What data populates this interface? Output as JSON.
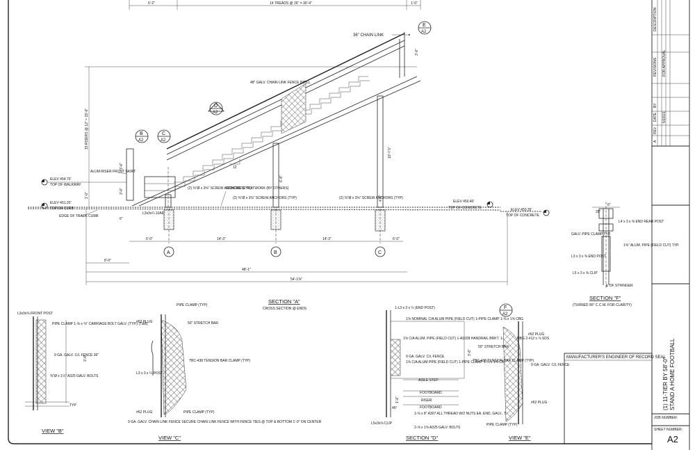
{
  "sheet": {
    "sheet_number_label": "SHEET NUMBER:",
    "sheet_number": "A2",
    "job_number_label": "JOB NUMBER:",
    "project_title_line1": "(1) 11-TIER BY 58'-0\"",
    "project_title_line2": "STAND A HOME FOOTBALL",
    "engineer_seal_label": "MANUFACTURER'S ENGINEER OF RECORD SEAL",
    "revisions_header": "REVISIONS",
    "revisions_cols": [
      "A",
      "REV",
      "DATE",
      "BY",
      "DESCRIPTION"
    ],
    "revision_row": {
      "date": "5/18/21",
      "description": "FOR APPROVAL"
    }
  },
  "main_section": {
    "title": "SECTION \"A\"",
    "subtitle": "CROSS SECTION @ ENDS",
    "top_dims": [
      "6'-2\"",
      "14 TREADS @ 26\" = 30'-4\"",
      "1'-0\""
    ],
    "riser_dim": "15 RISERS @ 12\" = 15'-0\"",
    "callouts": {
      "chain_link": "36\" CHAIN LINK",
      "fence_infill": "48\" GALV. CHAIN LINK FENCE INFILL",
      "riser_skirt": "ALUM RISER FRONT SKIRT",
      "flatwork": "CONCRETE FLATWORK (BY OTHERS)",
      "anchors_1": "(2) ⅜\"Ø x 3⅜\" SCREW ANCHORS (TYP)",
      "anchors_2": "(2) ⅜\"Ø x 3⅜\" SCREW ANCHORS (TYP)",
      "anchors_3": "(2) ⅜\"Ø x 3⅜\" SCREW ANCHORS (TYP)",
      "angle": "L3x3x¼ 10A6",
      "edge_curb": "EDGE OF TRACK CURB",
      "slope": "12"
    },
    "elevations": [
      {
        "value": "ELEV 454.70'",
        "desc": "TOP OF WALKWAY"
      },
      {
        "value": "ELEV 451.20'",
        "desc": "TOP OF CURB"
      },
      {
        "value": "ELEV 450.40'",
        "desc": "TOP OF CONCRETE"
      },
      {
        "value": "ELEV 450.35'",
        "desc": "TOP OF CONCRETE"
      }
    ],
    "column_dims": [
      "6'-0\"",
      "14'-3\"",
      "14'-3\"",
      "6'-0\""
    ],
    "overall_dims": [
      "8'-0\"",
      "48'-1\"",
      "54'-1⅜\""
    ],
    "grid_labels": [
      "A",
      "B",
      "C"
    ],
    "section_markers": [
      {
        "id": "B",
        "sheet": "A2"
      },
      {
        "id": "C",
        "sheet": "A2"
      },
      {
        "id": "D",
        "sheet": "A2"
      },
      {
        "id": "E",
        "sheet": "A2"
      },
      {
        "id": "F",
        "sheet": "A2"
      }
    ],
    "small_dims": [
      "3'-6\"",
      "3'-0\"",
      "6\"",
      "6'-8\"",
      "10'-7⅞\"",
      "1'-0\"",
      "3'-6\"",
      "4'-6\""
    ]
  },
  "view_b": {
    "title": "VIEW \"B\"",
    "notes": {
      "post": "L3x3x⅜ FRONT POST",
      "clamp": "PIPE CLAMP 1-⅜ x ⅝\" CARRIAGE BOLT GALV. (TYP.) (T&B)",
      "fence": "9 GA. GALV. C/L FENCE 36\"",
      "bolts": "⅜\"Ø x 1½\" A325 GALV. BOLTS",
      "typ": "TYP"
    },
    "dim": "3'-6\""
  },
  "view_c": {
    "title": "VIEW \"C\"",
    "notes": {
      "clamp_top": "PIPE CLAMP (TYP)",
      "plug_top": "#62 PLUG",
      "stretch": "50\" STRETCH BAR",
      "tension": "TBC-438 TENSION BAR CLAMP (TYP)",
      "post": "L3 x 3 x ¼ POST",
      "plug_bot": "#62 PLUG",
      "clamp_bot": "PIPE CLAMP (TYP)",
      "fence_note": "9 GA. GALV. CHAIN LINK FENCE SECURE CHAIN LINK FENCE WITH FENCE TIES @ TOP & BOTTOM 1'-0\" ON CENTER"
    }
  },
  "section_d": {
    "title": "SECTION \"D\"",
    "notes": {
      "end_post": "1-L3 x 3 x ¼ (END POST)",
      "top_pipe": "1⅝ NOMINAL C/A ALUM PIPE (FIELD CUT) 1-PIPE CLAMP 1-⅜ x 1⅝ CBG",
      "handrail": "1⅝ C/A ALUM. PIPE (FIELD CUT) 1-A1028 HANDRAIL BRKT. 1-⅜ x 1 ⅞ MBG 2-#12 x ⅞ SDS",
      "fence": "9 GA. GALV. C/L FENCE",
      "mid_pipe": "1⅝ C/A ALUM PIPE (FIELD CUT) 1-PIPE CLAMP 1-⅜ x 1⅝ CBG",
      "aisle_step": "AISLE STEP",
      "footboard_1": "FOOTBOARD",
      "riser": "RISER",
      "footboard_2": "FOOTBOARD",
      "rod": "1-⅜ x 8\" A307 ALL THREAD W/2 NUTS EA. END, GALV., TYP.",
      "clip": "L5x3x⅝ CLIP",
      "bolts": "2-⅝ x 1⅝ A325 GALV. BOLTS"
    },
    "dims": [
      "3'-6\"",
      "1'-6\"",
      "45°"
    ]
  },
  "view_e": {
    "title": "VIEW \"E\"",
    "notes": {
      "plug_top": "#62 PLUG",
      "stretch": "50\" STRETCH BAR",
      "tension": "TBC-438 TENSION BAR CLAMP (TYP)",
      "fence": "9 GA. GALV. C/L FENCE",
      "plug_bot": "#62 PLUG",
      "clamp": "PIPE CLAMP (TYP)"
    }
  },
  "section_f": {
    "title": "SECTION \"F\"",
    "subtitle": "(TURNED 90° C.C.W. FOR CLARITY)",
    "notes": {
      "clamp": "GALV. PIPE CLAMP TYP.",
      "rear_post": "L4 x 3 x ⅜ END REAR POST",
      "pipe": "1⅝\" ALUM. PIPE (FIELD CUT) TYP.",
      "end_post": "L3 x 3 x ⅜ END POST",
      "clip": "L5 x 3 x ⅜ CLIP",
      "stringer": "℄ OF STRINGER"
    },
    "dims": [
      "28\"",
      "6\""
    ]
  }
}
